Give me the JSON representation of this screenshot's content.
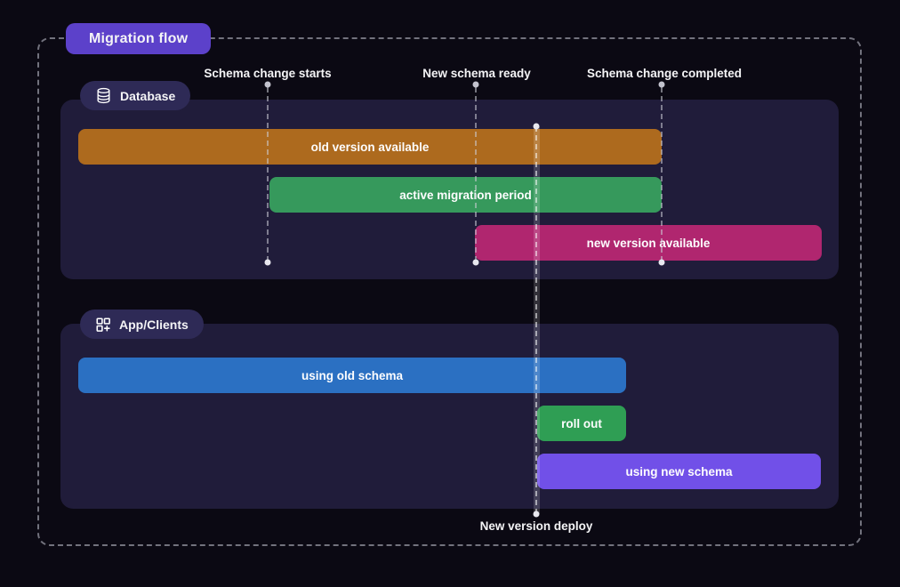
{
  "title": "Migration flow",
  "milestones": [
    {
      "label": "Schema change starts"
    },
    {
      "label": "New schema ready"
    },
    {
      "label": "Schema change completed"
    }
  ],
  "deploy": {
    "label": "New version deploy"
  },
  "lanes": {
    "database": {
      "label": "Database",
      "icon": "database-icon",
      "bars": {
        "old": {
          "label": "old version available",
          "color": "#ad6a1e"
        },
        "migration": {
          "label": "active migration period",
          "color": "#36995c"
        },
        "new": {
          "label": "new version available",
          "color": "#b0266f"
        }
      }
    },
    "app": {
      "label": "App/Clients",
      "icon": "apps-add-icon",
      "bars": {
        "old": {
          "label": "using old schema",
          "color": "#2b70c2"
        },
        "rollout": {
          "label": "roll out",
          "color": "#2f9e54"
        },
        "new": {
          "label": "using new schema",
          "color": "#7150e8"
        }
      }
    }
  },
  "colors": {
    "page_background": "#0b0913",
    "lane_background": "#201c3a",
    "pill_background": "#2e2a56",
    "title_badge": "#5c41ca",
    "dashed_border": "#9696a2",
    "milestone_line": "#cdcdd7",
    "text": "#f4f4f6"
  }
}
